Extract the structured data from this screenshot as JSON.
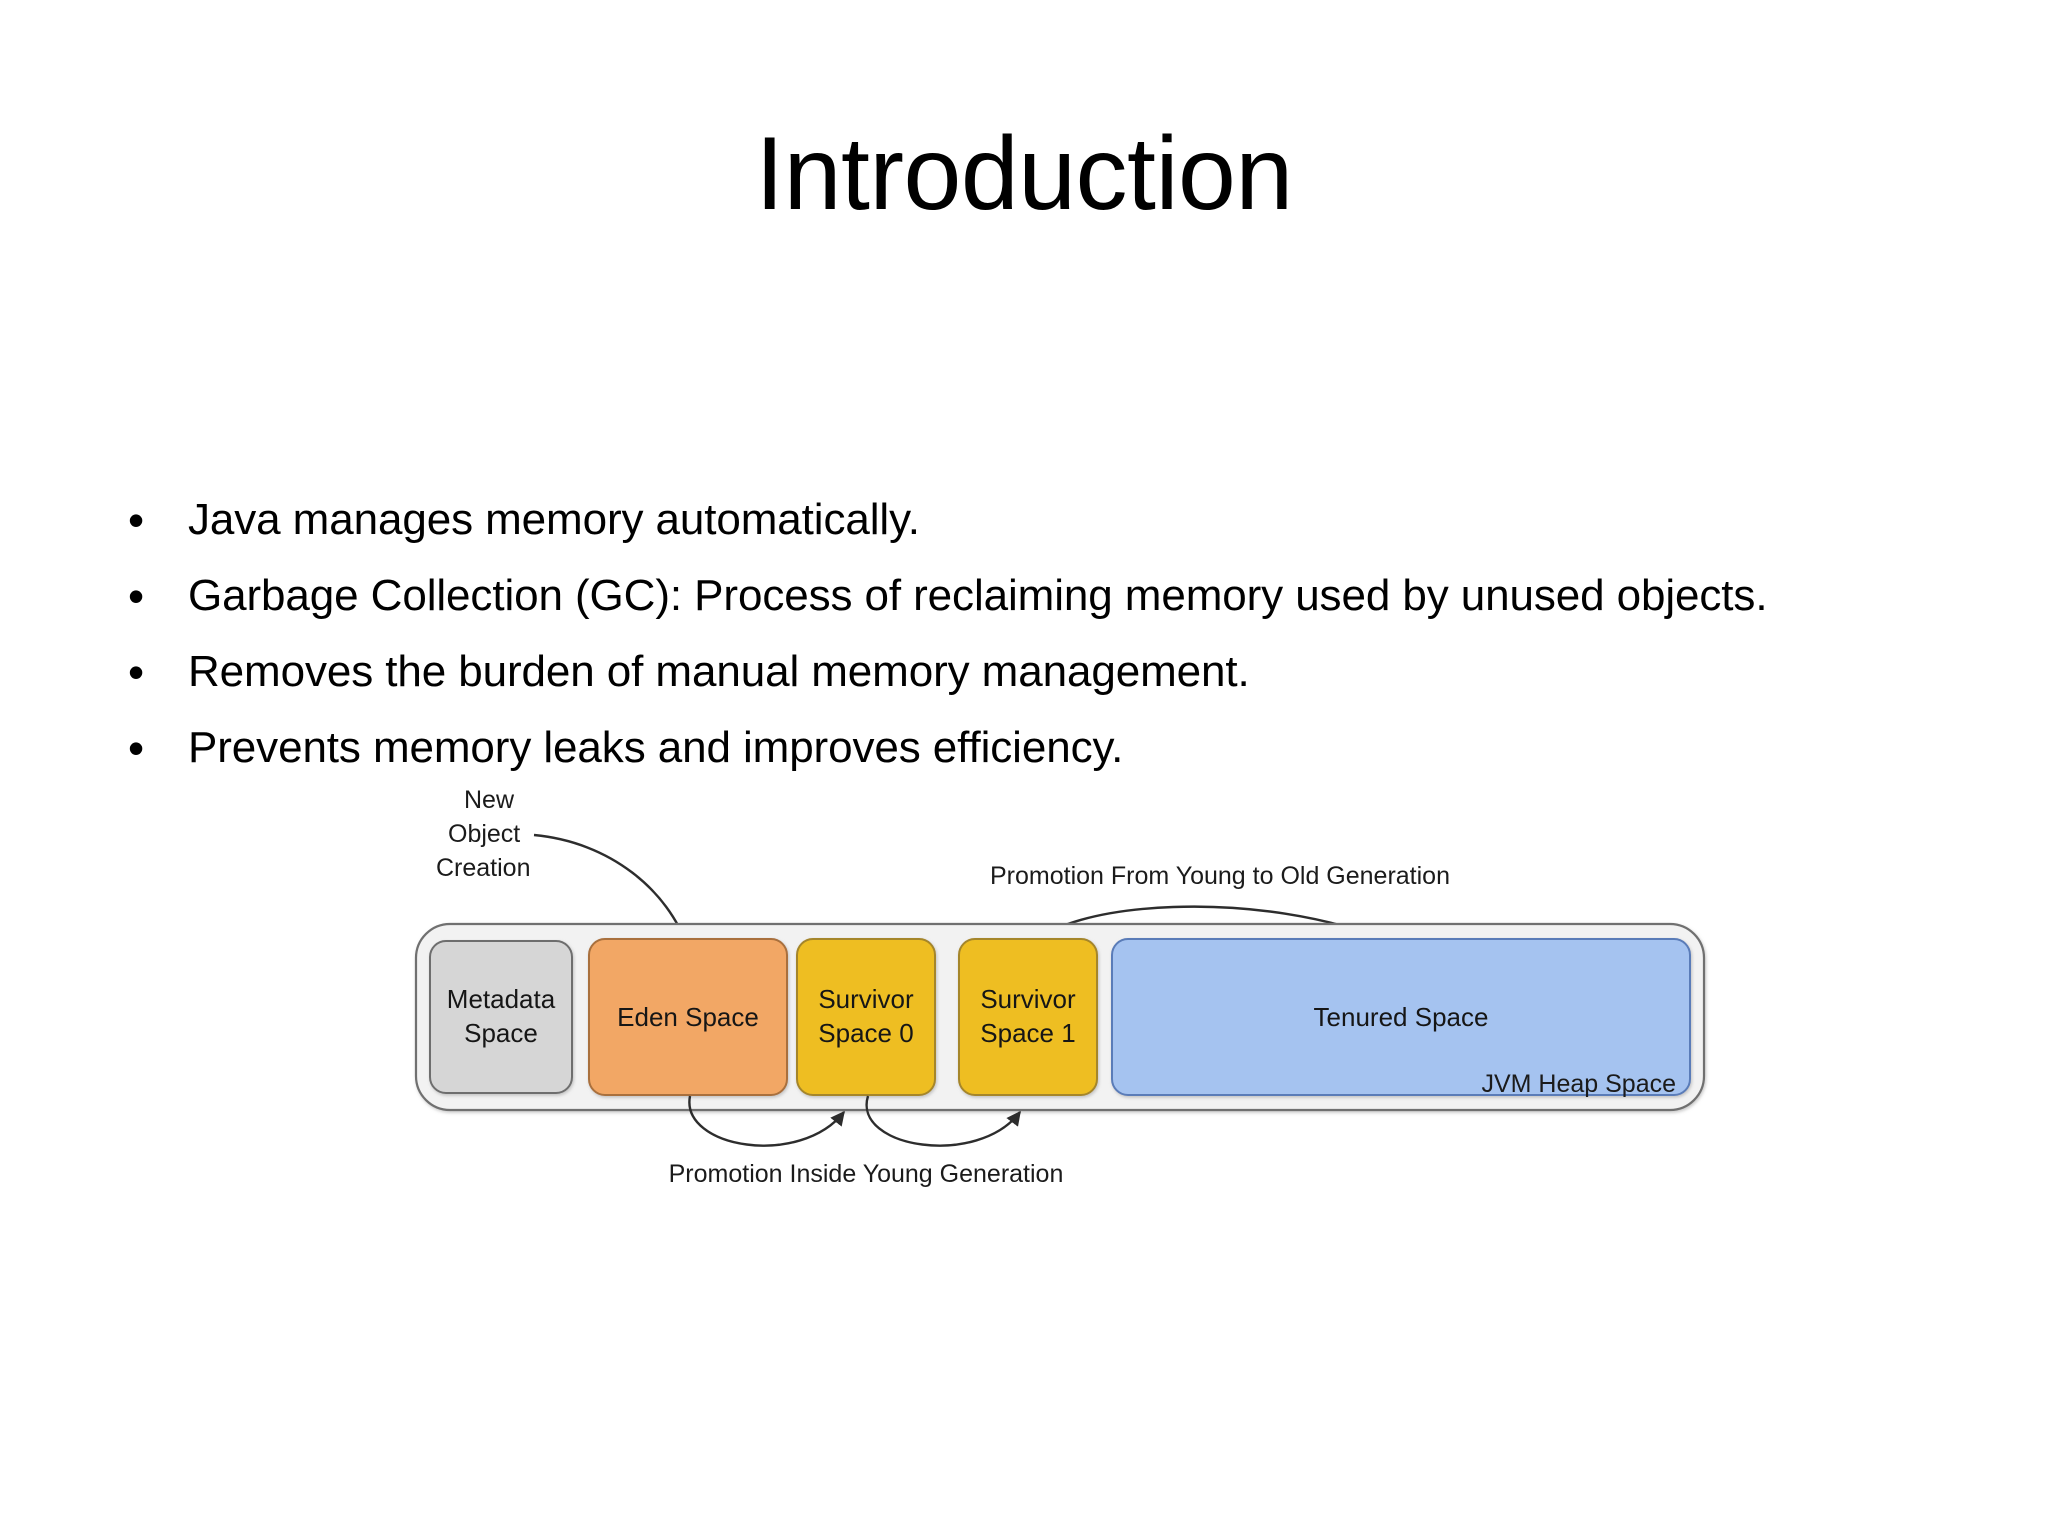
{
  "slide": {
    "title": "Introduction",
    "bullet_marker": "•",
    "bullets": [
      "Java manages memory automatically.",
      "Garbage Collection (GC): Process of reclaiming memory used by unused objects.",
      "Removes the burden of manual memory management.",
      "Prevents memory leaks and improves efficiency."
    ]
  },
  "diagram": {
    "container_label": "JVM Heap Space",
    "annotations": {
      "new_object_creation_line1": "New",
      "new_object_creation_line2": "Object",
      "new_object_creation_line3": "Creation",
      "promotion_old": "Promotion From Young to Old Generation",
      "promotion_young": "Promotion Inside Young Generation"
    },
    "boxes": [
      {
        "id": "metadata-space",
        "line1": "Metadata",
        "line2": "Space",
        "fill": "#D6D6D6",
        "stroke": "#6E6E6E"
      },
      {
        "id": "eden-space",
        "line1": "Eden Space",
        "line2": "",
        "fill": "#F2A765",
        "stroke": "#A9703C"
      },
      {
        "id": "survivor-space-0",
        "line1": "Survivor",
        "line2": "Space 0",
        "fill": "#EEBE22",
        "stroke": "#A5862B"
      },
      {
        "id": "survivor-space-1",
        "line1": "Survivor",
        "line2": "Space 1",
        "fill": "#EEBE22",
        "stroke": "#A5862B"
      },
      {
        "id": "tenured-space",
        "line1": "Tenured Space",
        "line2": "",
        "fill": "#A5C3F0",
        "stroke": "#5A7CB8"
      }
    ],
    "colors": {
      "heap_fill": "#F2F2F2",
      "heap_stroke": "#6F6F6F",
      "arrow": "#2D2D2D",
      "metadata": "#D6D6D6",
      "eden": "#F2A765",
      "survivor": "#EEBE22",
      "tenured": "#A5C3F0"
    }
  }
}
